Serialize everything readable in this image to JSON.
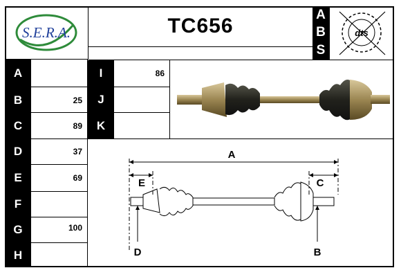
{
  "header": {
    "logo_text": "S.E.R.A.",
    "part_code": "TC656",
    "abs_letters": [
      "A",
      "B",
      "S"
    ],
    "seal_text": "dts"
  },
  "specs_left": [
    {
      "letter": "A",
      "value": ""
    },
    {
      "letter": "B",
      "value": "25"
    },
    {
      "letter": "C",
      "value": "89"
    },
    {
      "letter": "D",
      "value": "37"
    },
    {
      "letter": "E",
      "value": "69"
    },
    {
      "letter": "F",
      "value": ""
    },
    {
      "letter": "G",
      "value": "100"
    },
    {
      "letter": "H",
      "value": ""
    }
  ],
  "specs_right": [
    {
      "letter": "I",
      "value": "86"
    },
    {
      "letter": "J",
      "value": ""
    },
    {
      "letter": "K",
      "value": ""
    }
  ],
  "diagram": {
    "labels": {
      "A": "A",
      "B": "B",
      "C": "C",
      "D": "D",
      "E": "E"
    }
  },
  "colors": {
    "logo_green": "#2e8b3a",
    "logo_blue": "#1f3f9a",
    "shaft": "#6b5a2e",
    "boot": "#2a2a22"
  }
}
